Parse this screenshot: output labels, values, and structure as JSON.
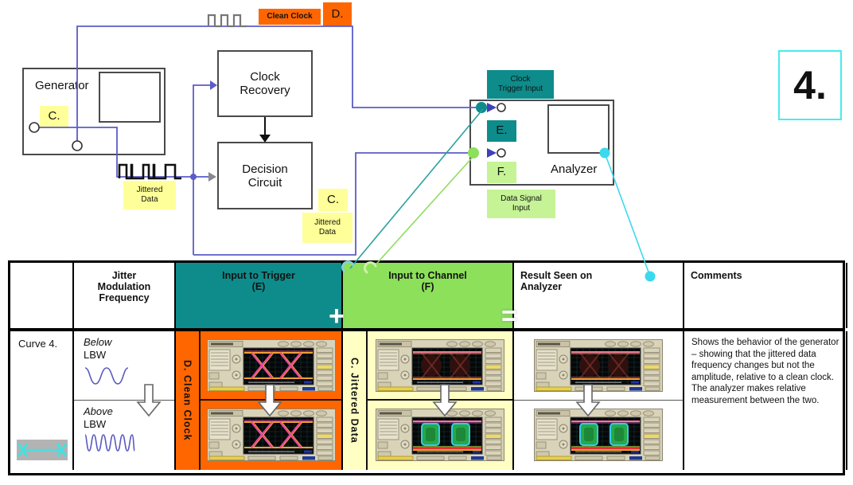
{
  "figure": {
    "number": "4."
  },
  "diagram": {
    "generator": "Generator",
    "port_c_label": "C.",
    "clean_clock": "Clean Clock",
    "d_label": "D.",
    "clock_recovery": "Clock\nRecovery",
    "decision_circuit": "Decision\nCircuit",
    "jittered_data_1": "Jittered\nData",
    "c_label_2": "C.",
    "jittered_data_2": "Jittered\nData",
    "clock_trigger_input": "Clock\nTrigger Input",
    "e_label": "E.",
    "f_label": "F.",
    "data_signal_input": "Data Signal\nInput",
    "analyzer": "Analyzer"
  },
  "table": {
    "header": {
      "jitter_mod_freq": "Jitter\nModulation\nFrequency",
      "input_trigger": "Input to Trigger",
      "input_trigger_sub": "(E)",
      "input_channel": "Input to Channel",
      "input_channel_sub": "(F)",
      "result": "Result Seen on\nAnalyzer",
      "comments": "Comments",
      "plus": "+",
      "equals": "="
    },
    "row": {
      "curve": "Curve 4.",
      "below": "Below",
      "below_lbw": "LBW",
      "above": "Above",
      "above_lbw": "LBW",
      "clean_clock_strip": "D. Clean Clock",
      "jittered_strip": "C. Jittered Data",
      "comments": "Shows the behavior of the generator – showing that the jittered data frequency changes but not the amplitude, relative to a clean clock. The analyzer makes relative measurement between the two.",
      "scopes": {
        "trigger_top": "eye-crossing",
        "trigger_bottom": "eye-crossing",
        "channel_top": "eye-faint",
        "channel_bottom": "eye-filled",
        "result_top": "eye-faint",
        "result_bottom": "eye-filled"
      }
    }
  },
  "colors": {
    "teal": "#0e8c8c",
    "green_header": "#8ce05a",
    "light_green": "#c6f396",
    "orange": "#ff6600",
    "yellow": "#ffff99",
    "pale_yellow": "#ffffc4",
    "cyan": "#3cd8ee",
    "wire_blue": "#5c5cc8"
  }
}
